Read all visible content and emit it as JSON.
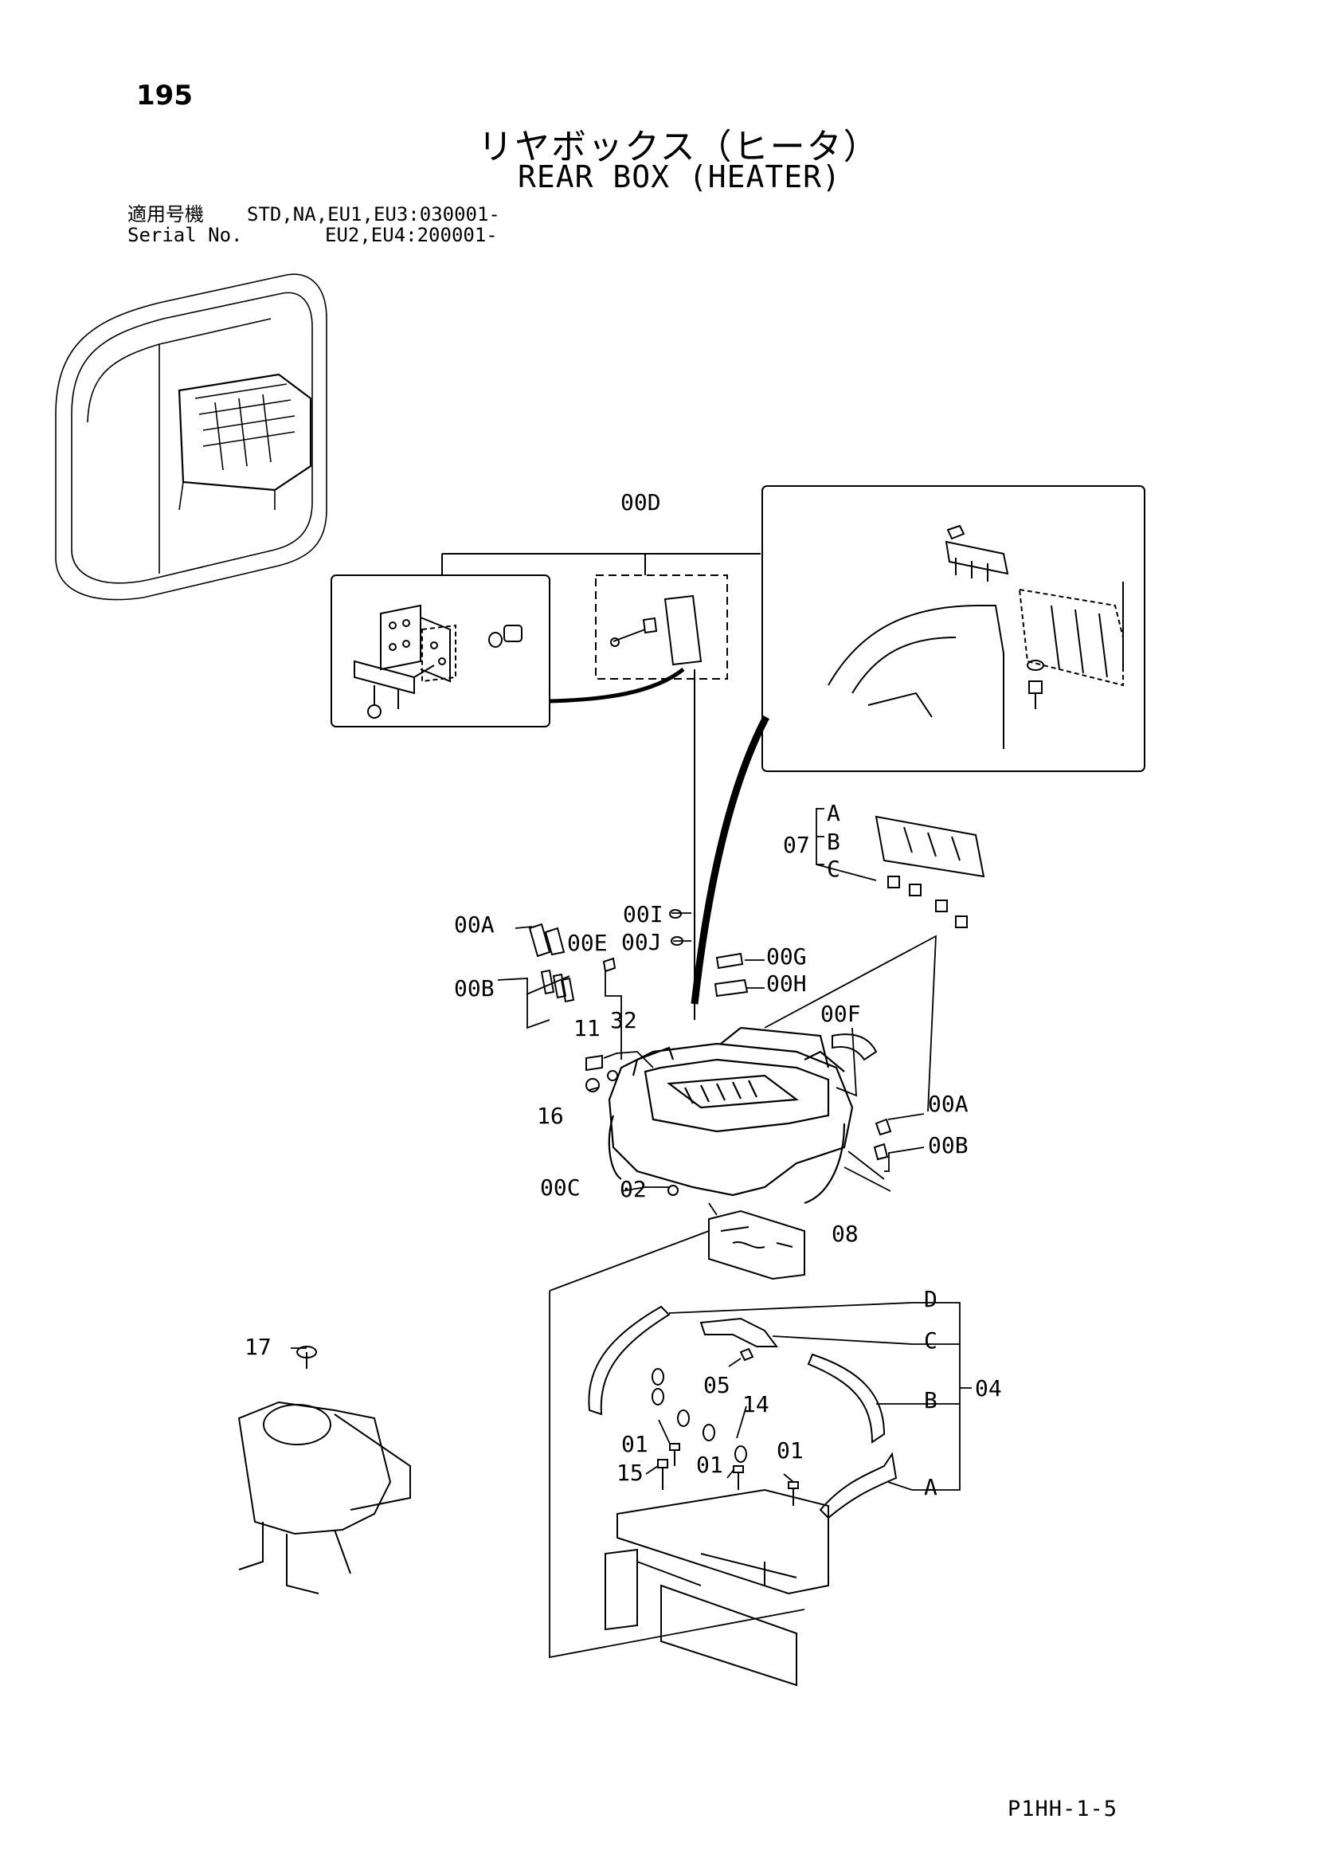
{
  "header": {
    "page_number": "195",
    "title_jp": "リヤボックス（ヒータ）",
    "title_en": "REAR BOX (HEATER)",
    "serial": [
      {
        "label": "適用号機",
        "value": "STD,NA,EU1,EU3:030001-"
      },
      {
        "label": "Serial No.",
        "value": "EU2,EU4:200001-"
      }
    ]
  },
  "callouts": {
    "c00D": "00D",
    "c07": "07",
    "c07A": "A",
    "c07B": "B",
    "c07C": "C",
    "c00I": "00I",
    "c00J": "00J",
    "c00A_l": "00A",
    "c00E": "00E",
    "c00B_l": "00B",
    "c00G": "00G",
    "c00H": "00H",
    "c00F": "00F",
    "c11": "11",
    "c32": "32",
    "c16": "16",
    "c00A_r": "00A",
    "c00B_r": "00B",
    "c00C": "00C",
    "c02": "02",
    "c08": "08",
    "c17": "17",
    "c04D": "D",
    "c04C": "C",
    "c04B": "B",
    "c04A": "A",
    "c04": "04",
    "c05": "05",
    "c14": "14",
    "c01_a": "01",
    "c01_b": "01",
    "c01_c": "01",
    "c15": "15"
  },
  "footer": {
    "code": "P1HH-1-5"
  }
}
